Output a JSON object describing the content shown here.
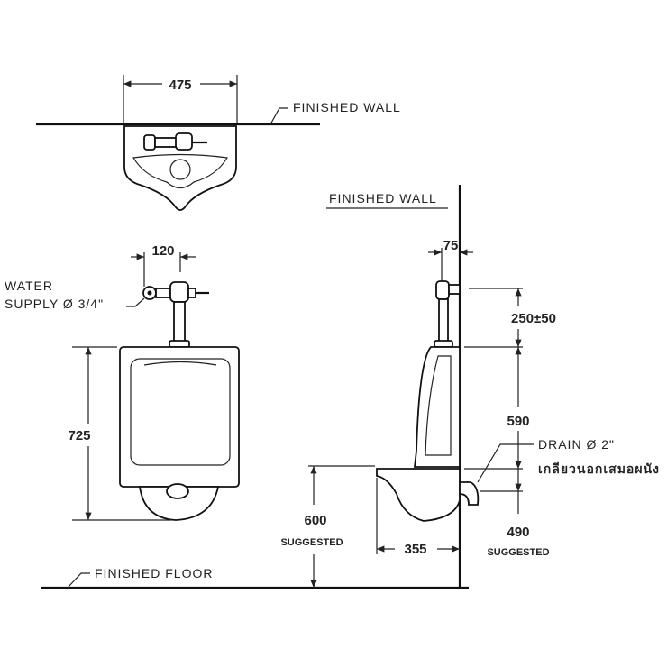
{
  "labels": {
    "finished_wall_top": "FINISHED WALL",
    "finished_wall_side": "FINISHED WALL",
    "finished_floor": "FINISHED FLOOR",
    "water_supply_1": "WATER",
    "water_supply_2": "SUPPLY Ø 3/4\"",
    "drain": "DRAIN Ø 2\"",
    "drain_thai": "เกลียวนอกเสมอผนัง"
  },
  "dimensions": {
    "width_top": "475",
    "valve_offset": "120",
    "height_front": "725",
    "wall_offset": "75",
    "valve_height": "250±50",
    "body_height": "590",
    "rim_height": "600",
    "rim_suggested": "SUGGESTED",
    "projection": "355",
    "drain_height": "490",
    "drain_suggested": "SUGGESTED"
  }
}
